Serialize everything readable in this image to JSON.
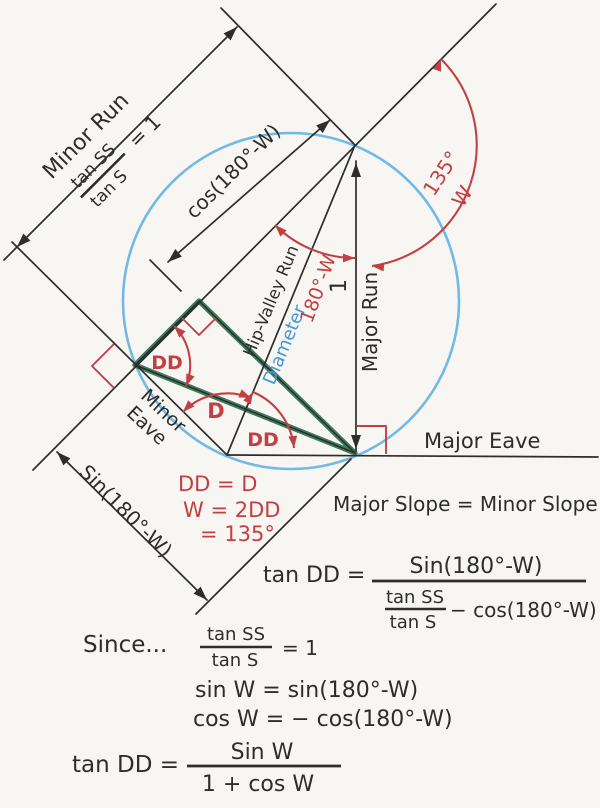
{
  "colors": {
    "ink": "#2e2d2b",
    "red": "#c24043",
    "blue_circle": "#73b9e6",
    "blue_text": "#3f9ad1",
    "green": "#3c7b5e",
    "paper": "#f7f6f2"
  },
  "dimensions": {
    "minor_run_label": "Minor Run",
    "minor_run_frac_num": "tan SS",
    "minor_run_frac_den": "tan S",
    "minor_run_frac_rhs": "= 1",
    "cos_label": "cos(180°-W)",
    "sin_label": "Sin(180°-W)",
    "major_run_value": "1",
    "major_run_label": "Major Run"
  },
  "lines": {
    "hip_valley_label": "Hip-Valley Run",
    "diameter_label": "Diameter",
    "major_eave_label": "Major Eave",
    "minor_eave_line1": "Minor",
    "minor_eave_line2": "Eave"
  },
  "angles": {
    "w_value": "135°",
    "w_name": "W",
    "supplement": "180°-W",
    "dd_at_minor_vertex": "DD",
    "d_at_corner": "D",
    "dd_at_corner": "DD"
  },
  "notes": {
    "slope_identity": "Major Slope = Minor Slope",
    "red_line1": "DD = D",
    "red_line2": "W = 2DD",
    "red_line3": "= 135°"
  },
  "formulas": {
    "f1_lhs": "tan DD =",
    "f1_num": "Sin(180°-W)",
    "f1_den_num": "tan SS",
    "f1_den_den": "tan S",
    "f1_den_rest": "− cos(180°-W)",
    "since": "Since...",
    "f2_num": "tan SS",
    "f2_den": "tan S",
    "f2_rhs": "= 1",
    "f3": "sin W = sin(180°-W)",
    "f4": "cos W = − cos(180°-W)",
    "f5_lhs": "tan DD =",
    "f5_num": "Sin W",
    "f5_den": "1 + cos W"
  }
}
